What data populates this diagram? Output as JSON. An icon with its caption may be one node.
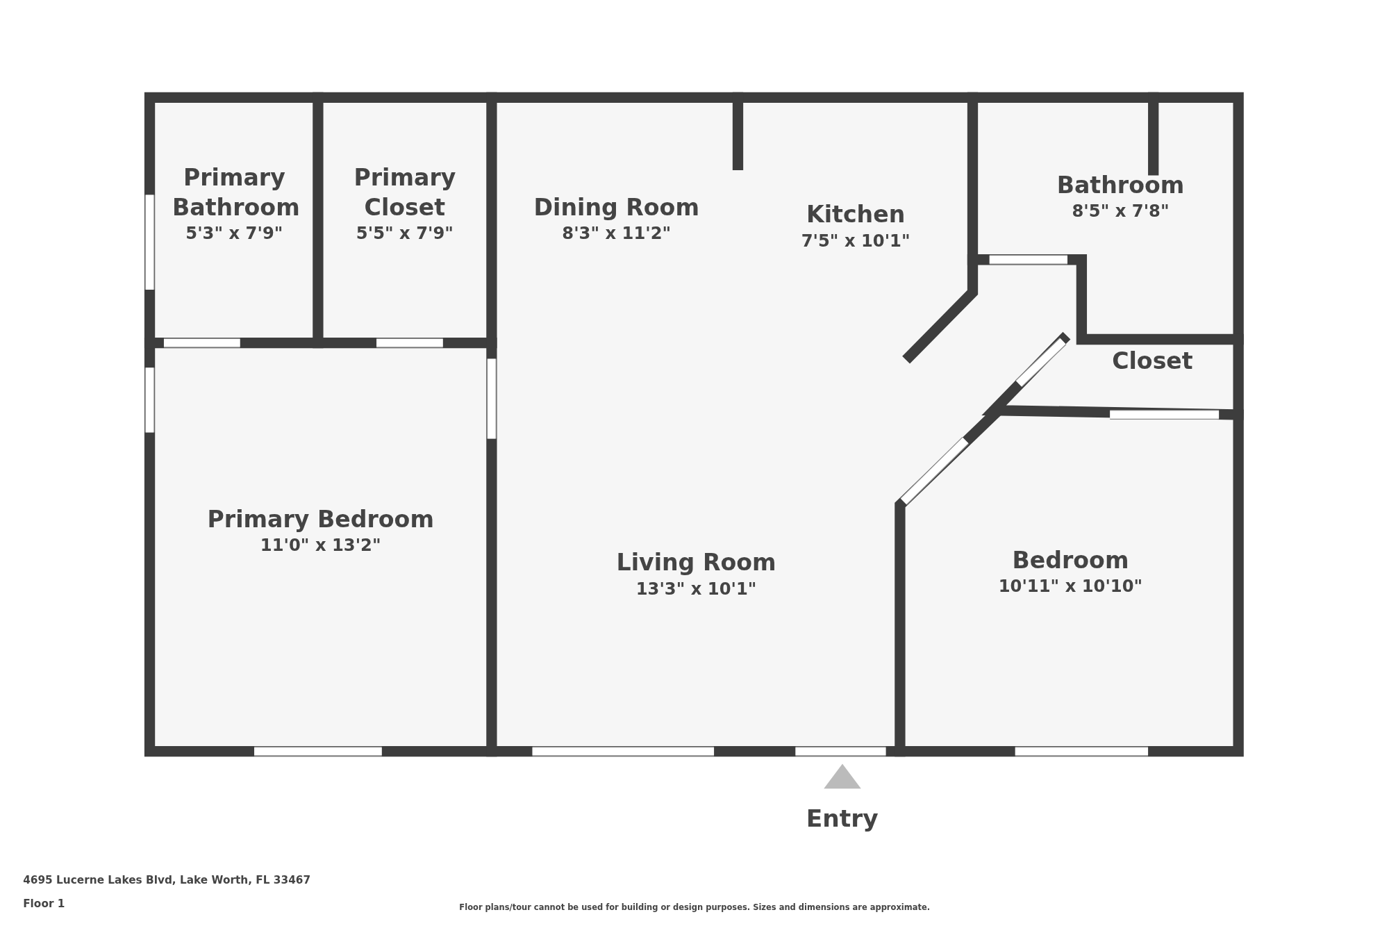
{
  "diagram": {
    "nodes": [
      {
        "text": [
          "Primary Bathroom",
          "5'3\" x 7'9\""
        ]
      },
      {
        "text": [
          "Primary Closet",
          "5'5\" x 7'9\""
        ]
      },
      {
        "text": [
          "Dining Room",
          "8'3\" x 11'2\""
        ]
      },
      {
        "text": [
          "Kitchen",
          "7'5\" x 10'1\""
        ]
      },
      {
        "text": [
          "Bathroom",
          "8'5\" x 7'8\""
        ]
      },
      {
        "text": [
          "Closet"
        ]
      },
      {
        "text": [
          "Primary Bedroom",
          "11'0\" x 13'2\""
        ]
      },
      {
        "text": [
          "Living Room",
          "13'3\" x 10'1\""
        ]
      },
      {
        "text": [
          "Bedroom",
          "10'11\" x 10'10\""
        ]
      }
    ],
    "edges": [],
    "labels": [
      "Entry",
      "4695 Lucerne Lakes Blvd, Lake Worth, FL 33467",
      "Floor 1",
      "Floor plans/tour cannot be used for building or design purposes. Sizes and dimensions are approximate."
    ]
  }
}
